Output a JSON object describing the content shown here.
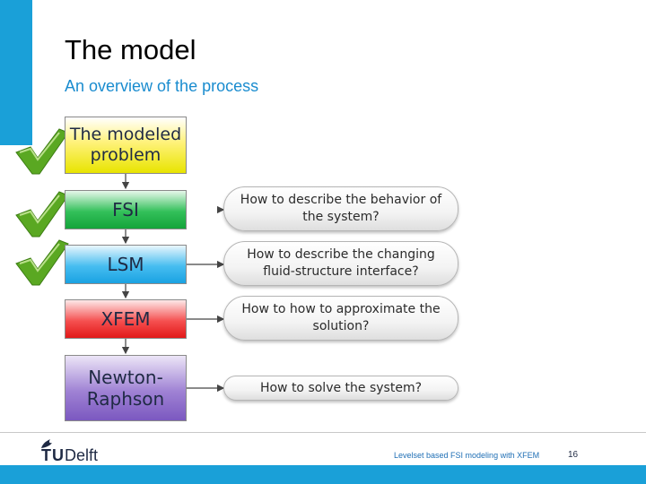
{
  "slide": {
    "title": "The model",
    "subtitle": "An overview of the process"
  },
  "process_steps": [
    {
      "line1": "The modeled",
      "line2": "problem",
      "checked": true
    },
    {
      "line1": "FSI",
      "line2": "",
      "checked": true
    },
    {
      "line1": "LSM",
      "line2": "",
      "checked": true
    },
    {
      "line1": "XFEM",
      "line2": "",
      "checked": false
    },
    {
      "line1": "Newton-",
      "line2": "Raphson",
      "checked": false
    }
  ],
  "questions": [
    {
      "line1": "How to describe the behavior of",
      "line2": "the system?"
    },
    {
      "line1": "How to describe the changing",
      "line2": "fluid-structure interface?"
    },
    {
      "line1": "How to how to approximate the",
      "line2": "solution?"
    },
    {
      "line1": "How to solve the system?",
      "line2": ""
    }
  ],
  "footer": {
    "logo_tu": "TU",
    "logo_delft": "Delft",
    "caption": "Levelset based FSI modeling with XFEM",
    "page_number": "16"
  },
  "icons": {
    "checkmark": "checkmark-icon",
    "logo_mark": "tudelft-flame-icon"
  },
  "colors": {
    "accent_blue": "#1aa0d8",
    "subtitle_blue": "#1a8ccf",
    "box_problem": "#fff27a",
    "box_fsi": "#33c05a",
    "box_lsm": "#46bdf0",
    "box_xfem": "#f55050",
    "box_newton": "#9f82d4",
    "check_green": "#5aa822"
  }
}
